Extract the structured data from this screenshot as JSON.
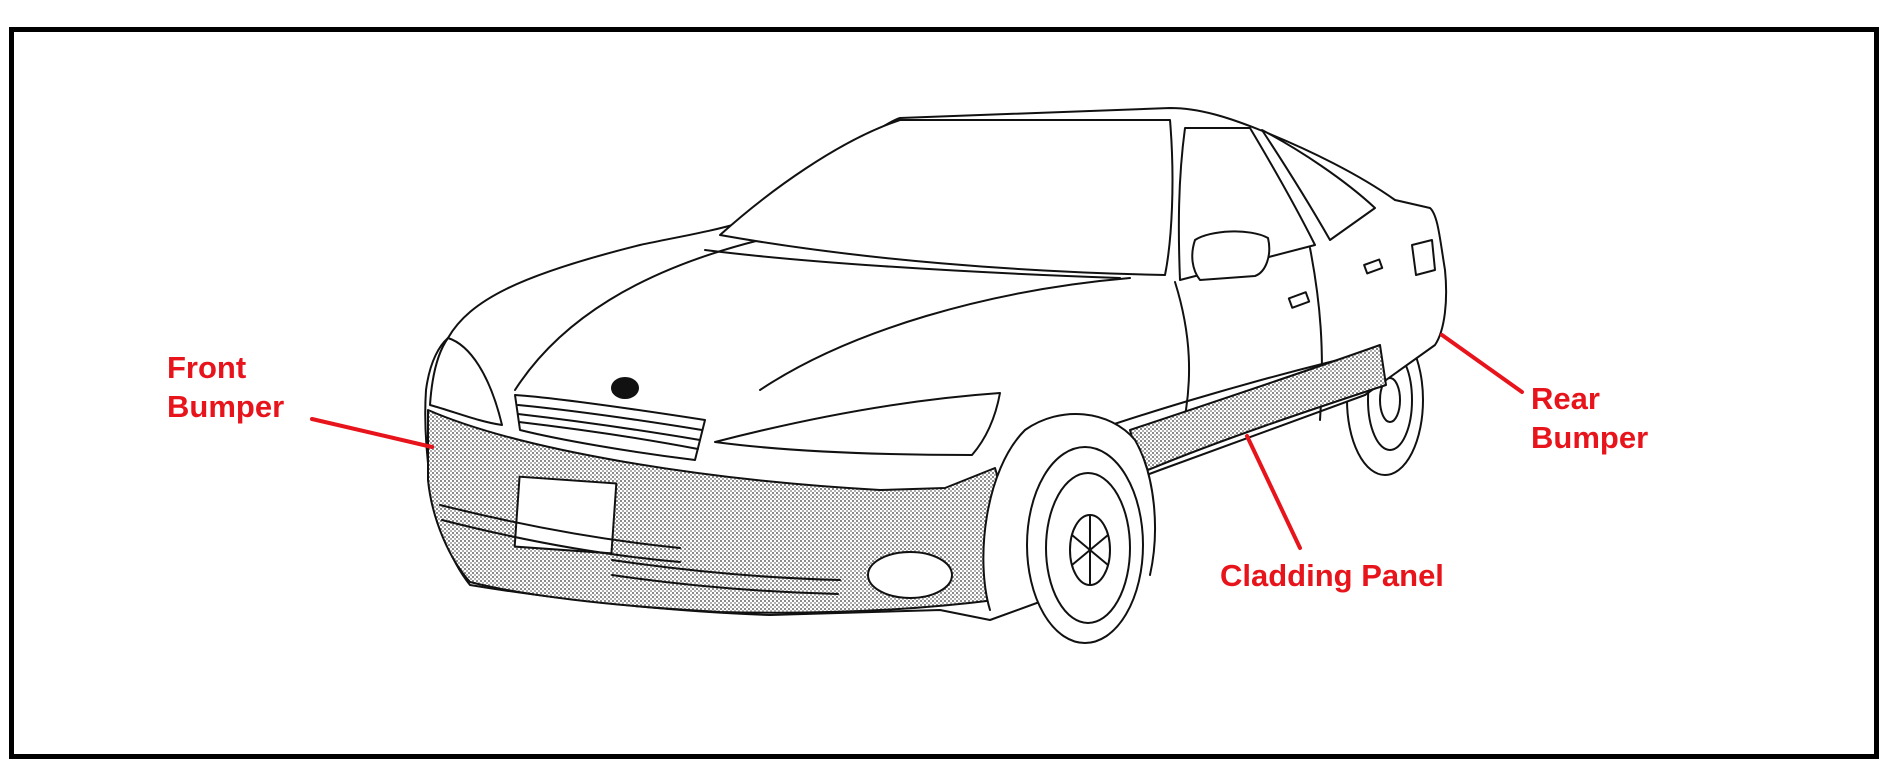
{
  "labels": {
    "front_bumper": {
      "line1": "Front",
      "line2": "Bumper"
    },
    "rear_bumper": {
      "line1": "Rear",
      "line2": "Bumper"
    },
    "cladding_panel": "Cladding Panel"
  },
  "colors": {
    "label": "#e8141b",
    "line": "#111111",
    "shading": "#8a8a8a",
    "frame": "#000000"
  },
  "icons": [
    "car-illustration"
  ]
}
